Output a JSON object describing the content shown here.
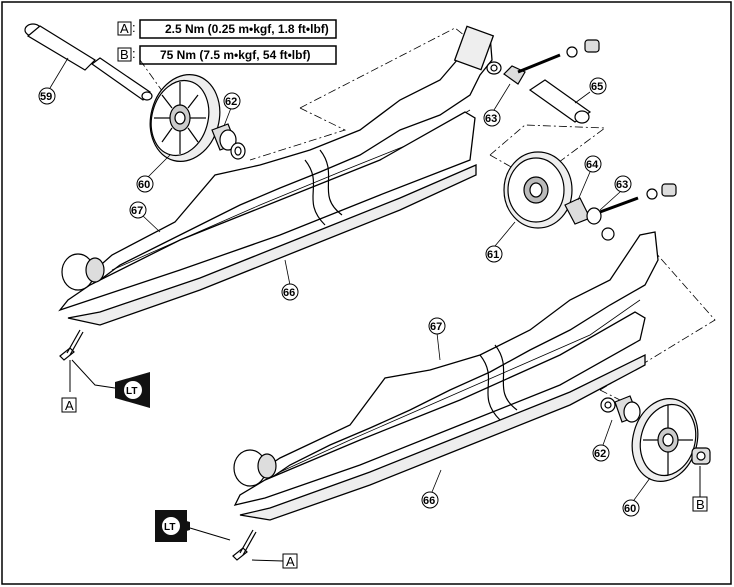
{
  "torque_specs": [
    {
      "key": "A",
      "value": "2.5 Nm (0.25 m•kgf, 1.8 ft•lbf)"
    },
    {
      "key": "B",
      "value": "75 Nm (7.5 m•kgf, 54 ft•lbf)"
    }
  ],
  "part_numbers": {
    "p59": "59",
    "p60a": "60",
    "p62a": "62",
    "p63a": "63",
    "p65": "65",
    "p67a": "67",
    "p66a": "66",
    "p61": "61",
    "p64": "64",
    "p63b": "63",
    "p67b": "67",
    "p66b": "66",
    "p62b": "62",
    "p60b": "60"
  },
  "callouts": {
    "a_upper": "A",
    "a_lower": "A",
    "b_axle": "B",
    ":": ":"
  },
  "lt_label": "LT",
  "colors": {
    "line": "#000000",
    "fill": "#ffffff",
    "shade": "#d8d8d8",
    "dark": "#333333"
  }
}
